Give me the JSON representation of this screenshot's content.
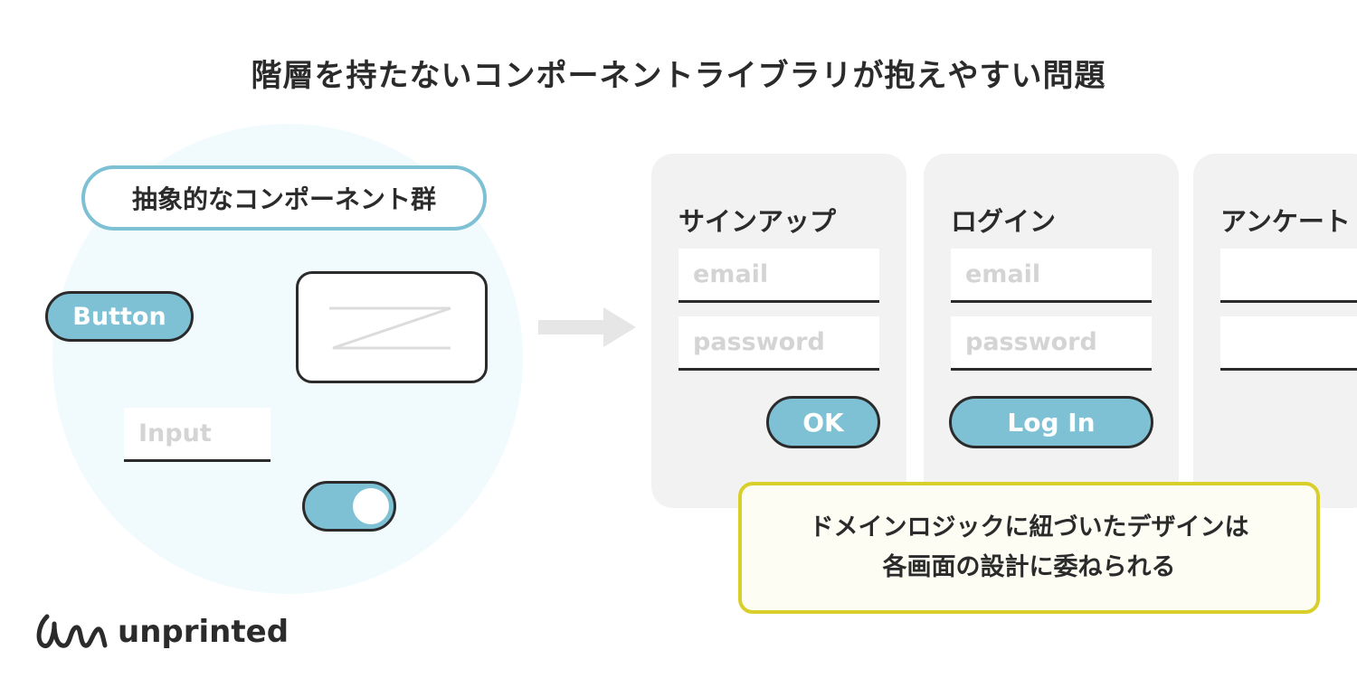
{
  "title": "階層を持たないコンポーネントライブラリが抱えやすい問題",
  "abstract_group": {
    "label": "抽象的なコンポーネント群",
    "button_label": "Button",
    "input_placeholder": "Input"
  },
  "screens": {
    "signup": {
      "title": "サインアップ",
      "email_placeholder": "email",
      "password_placeholder": "password",
      "button_label": "OK"
    },
    "login": {
      "title": "ログイン",
      "email_placeholder": "email",
      "password_placeholder": "password",
      "button_label": "Log In"
    },
    "survey": {
      "title": "アンケート"
    }
  },
  "note": {
    "line1": "ドメインロジックに紐づいたデザインは",
    "line2": "各画面の設計に委ねられる"
  },
  "logo": {
    "text": "unprinted",
    "icon": "signature-icon"
  },
  "colors": {
    "accent": "#7ec0d4",
    "note_border": "#d9cf2a",
    "circle_bg": "#f1fbfe",
    "panel_bg": "#f2f2f2",
    "dark": "#2b2b2b"
  }
}
